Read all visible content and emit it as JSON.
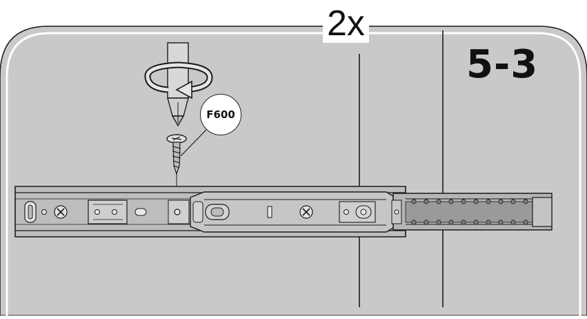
{
  "step": {
    "number": "5-3",
    "quantity": "2x"
  },
  "callout": {
    "part_code": "F600"
  },
  "colors": {
    "panel_fill": "#c9c9c9",
    "rail_fill": "#bdbdbd",
    "line": "#1a1a1a"
  },
  "icons": [
    "screwdriver-icon",
    "rotation-arrow-icon",
    "screw-icon",
    "drawer-slide-rail"
  ]
}
